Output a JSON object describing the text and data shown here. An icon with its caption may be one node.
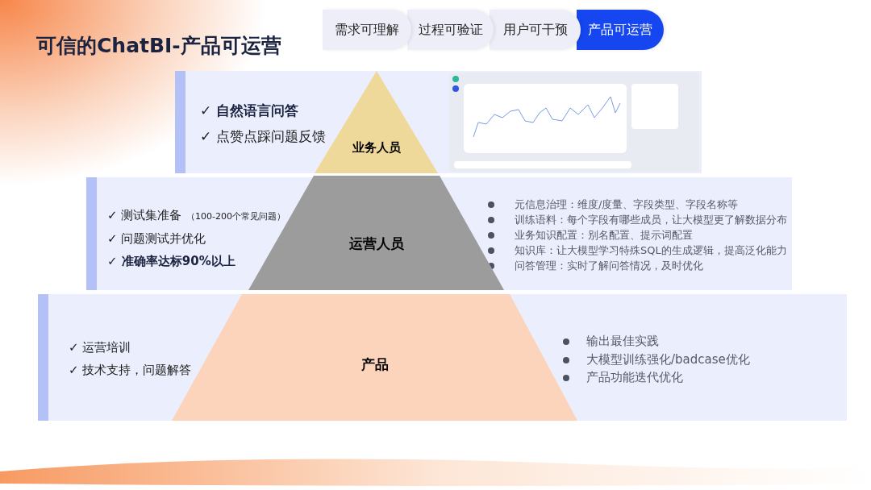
{
  "diagram": {
    "title": "可信的ChatBI-产品可运营",
    "nodes": [
      {
        "text": [
          "需求可理解"
        ]
      },
      {
        "text": [
          "过程可验证"
        ]
      },
      {
        "text": [
          "用户可干预"
        ]
      },
      {
        "text": [
          "产品可运营"
        ]
      },
      {
        "text": [
          "✓ 自然语言问答",
          "✓ 点赞点踩问题反馈"
        ]
      },
      {
        "text": [],
        "shape": "picture",
        "in": 4
      },
      {
        "text": [
          "业务人员"
        ],
        "in": 4
      },
      {
        "text": [
          "✓ 测试集准备",
          "（100-200个常见问题）",
          "✓ 问题测试并优化",
          "✓ 准确率达标90%以上",
          "元信息治理：维度/度量、字段类型、字段名称等",
          "训练语料：每个字段有哪些成员，让大模型更了解数据分布",
          "业务知识配置：别名配置、提示词配置",
          "知识库：让大模型学习特殊SQL的生成逻辑，提高泛化能力",
          "问答管理：实时了解问答情况，及时优化"
        ]
      },
      {
        "text": [
          "运营人员"
        ],
        "in": 7
      },
      {
        "text": [
          "✓ 运营培训",
          "✓ 技术支持，问题解答",
          "输出最佳实践",
          "大模型训练强化/badcase优化",
          "产品功能迭代优化"
        ]
      },
      {
        "text": [
          "产品"
        ],
        "in": 9
      }
    ],
    "edges": []
  }
}
